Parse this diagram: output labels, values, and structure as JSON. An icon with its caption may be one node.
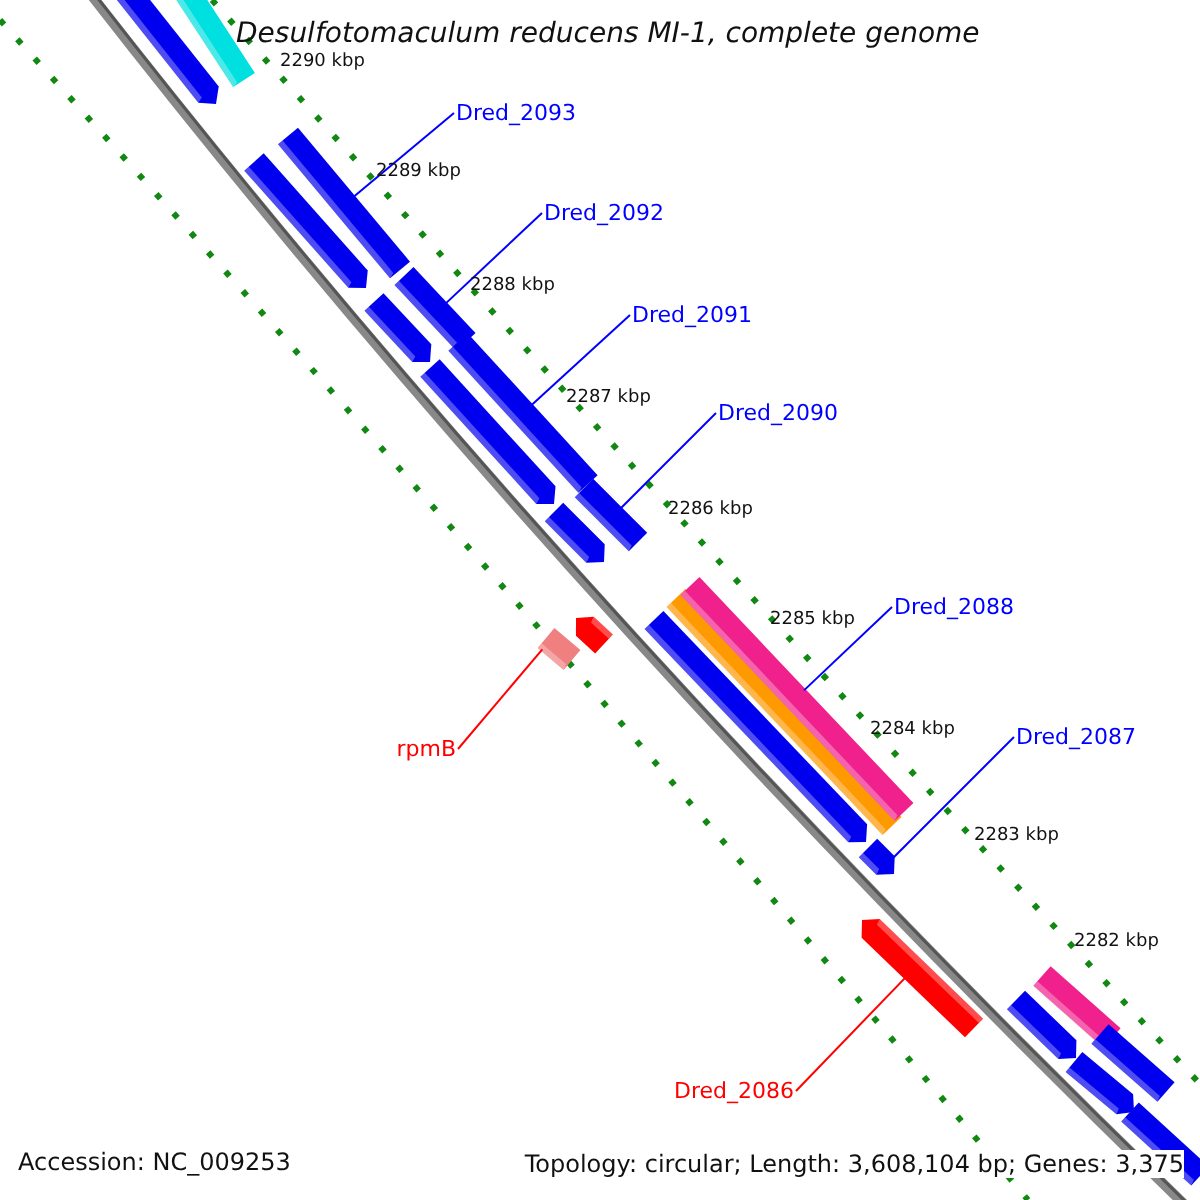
{
  "diagram": {
    "title": "Desulfotomaculum reducens MI-1, complete genome",
    "nodes": [
      {
        "text": [
          "Dred_2093"
        ]
      },
      {
        "text": [],
        "shape": "bar"
      },
      {
        "text": [
          "Dred_2092"
        ]
      },
      {
        "text": [],
        "shape": "bar"
      },
      {
        "text": [
          "Dred_2091"
        ]
      },
      {
        "text": [],
        "shape": "bar"
      },
      {
        "text": [
          "Dred_2090"
        ]
      },
      {
        "text": [],
        "shape": "bar"
      },
      {
        "text": [
          "Dred_2088"
        ]
      },
      {
        "text": [],
        "shape": "bar"
      },
      {
        "text": [
          "rpmB"
        ]
      },
      {
        "text": [],
        "shape": "bar"
      },
      {
        "text": [
          "Dred_2087"
        ]
      },
      {
        "text": [],
        "shape": "bar"
      },
      {
        "text": [
          "Dred_2086"
        ]
      },
      {
        "text": [],
        "shape": "bar"
      },
      {
        "text": [],
        "shape": "bar"
      },
      {
        "text": [],
        "shape": "bar"
      },
      {
        "text": [],
        "shape": "bar"
      },
      {
        "text": [],
        "shape": "bar"
      },
      {
        "text": [],
        "shape": "bar"
      },
      {
        "text": [],
        "shape": "bar"
      },
      {
        "text": [],
        "shape": "bar"
      },
      {
        "text": [],
        "shape": "bar"
      },
      {
        "text": [],
        "shape": "bar"
      },
      {
        "text": [],
        "shape": "bar"
      },
      {
        "text": [],
        "shape": "bar"
      },
      {
        "text": [],
        "shape": "bar"
      },
      {
        "text": [],
        "shape": "bar"
      },
      {
        "text": [],
        "shape": "bar"
      }
    ],
    "edges": [
      {
        "from": 0,
        "to": 1,
        "arrow": "none"
      },
      {
        "from": 2,
        "to": 3,
        "arrow": "none"
      },
      {
        "from": 4,
        "to": 5,
        "arrow": "none"
      },
      {
        "from": 6,
        "to": 7,
        "arrow": "none"
      },
      {
        "from": 8,
        "to": 9,
        "arrow": "none"
      },
      {
        "from": 10,
        "to": 11,
        "arrow": "none",
        "color": "#ff0000"
      },
      {
        "from": 12,
        "to": 13,
        "arrow": "none"
      },
      {
        "from": 14,
        "to": 15,
        "arrow": "none",
        "color": "#ff0000"
      }
    ],
    "labels": [
      "2290 kbp",
      "2289 kbp",
      "2288 kbp",
      "2287 kbp",
      "2286 kbp",
      "2285 kbp",
      "2284 kbp",
      "2283 kbp",
      "2282 kbp",
      "Accession: NC_009253",
      "Topology: circular; Length: 3,608,104 bp; Genes: 3,375"
    ]
  }
}
